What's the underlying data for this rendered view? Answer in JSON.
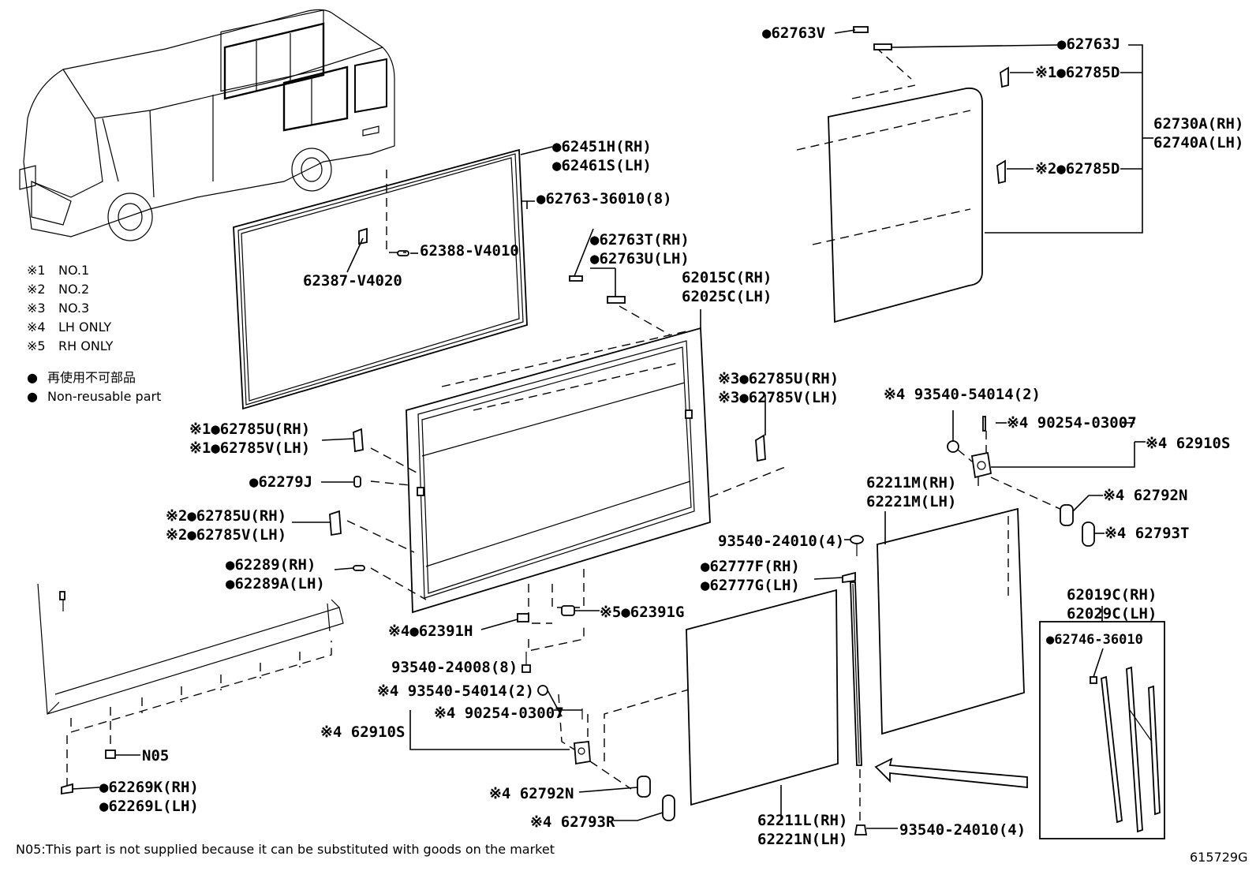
{
  "diagram": {
    "code": "615729G",
    "footnote": "N05:This part is not supplied because it can be substituted with goods on the market",
    "legend": {
      "marks": [
        {
          "mark": "※1",
          "text": "NO.1"
        },
        {
          "mark": "※2",
          "text": "NO.2"
        },
        {
          "mark": "※3",
          "text": "NO.3"
        },
        {
          "mark": "※4",
          "text": "LH ONLY"
        },
        {
          "mark": "※5",
          "text": "RH ONLY"
        }
      ],
      "non_reusable": [
        {
          "mark": "●",
          "text": "再使用不可部品"
        },
        {
          "mark": "●",
          "text": "Non-reusable part"
        }
      ]
    },
    "labels": {
      "l01": "●62763V",
      "l02": "●62763J",
      "l03": "※1●62785D",
      "l04": "※2●62785D",
      "l05": "62730A(RH)",
      "l06": "62740A(LH)",
      "l07": "●62451H(RH)",
      "l08": "●62461S(LH)",
      "l09": "●62763-36010(8)",
      "l10": "●62763T(RH)",
      "l11": "●62763U(LH)",
      "l12": "62388-V4010",
      "l13": "62387-V4020",
      "l14": "62015C(RH)",
      "l15": "62025C(LH)",
      "l16": "※3●62785U(RH)",
      "l17": "※3●62785V(LH)",
      "l18": "※1●62785U(RH)",
      "l19": "※1●62785V(LH)",
      "l20": "●62279J",
      "l21": "※2●62785U(RH)",
      "l22": "※2●62785V(LH)",
      "l23": "●62289(RH)",
      "l24": "●62289A(LH)",
      "l25": "※4 93540-54014(2)",
      "l26": "※4 90254-03007",
      "l27": "※4 62910S",
      "l28": "62211M(RH)",
      "l29": "62221M(LH)",
      "l30": "※4 62792N",
      "l31": "※4 62793T",
      "l32": "93540-24010(4)",
      "l33": "●62777F(RH)",
      "l34": "●62777G(LH)",
      "l35": "62019C(RH)",
      "l36": "62029C(LH)",
      "l37": "●62746-36010",
      "l38": "※4●62391H",
      "l39": "※5●62391G",
      "l40": "93540-24008(8)",
      "l41": "※4 93540-54014(2)",
      "l42": "※4 90254-03007",
      "l43": "※4 62910S",
      "l44": "N05",
      "l45": "●62269K(RH)",
      "l46": "●62269L(LH)",
      "l47": "※4 62792N",
      "l48": "※4 62793R",
      "l49": "62211L(RH)",
      "l50": "62221N(LH)",
      "l51": "93540-24010(4)"
    }
  }
}
